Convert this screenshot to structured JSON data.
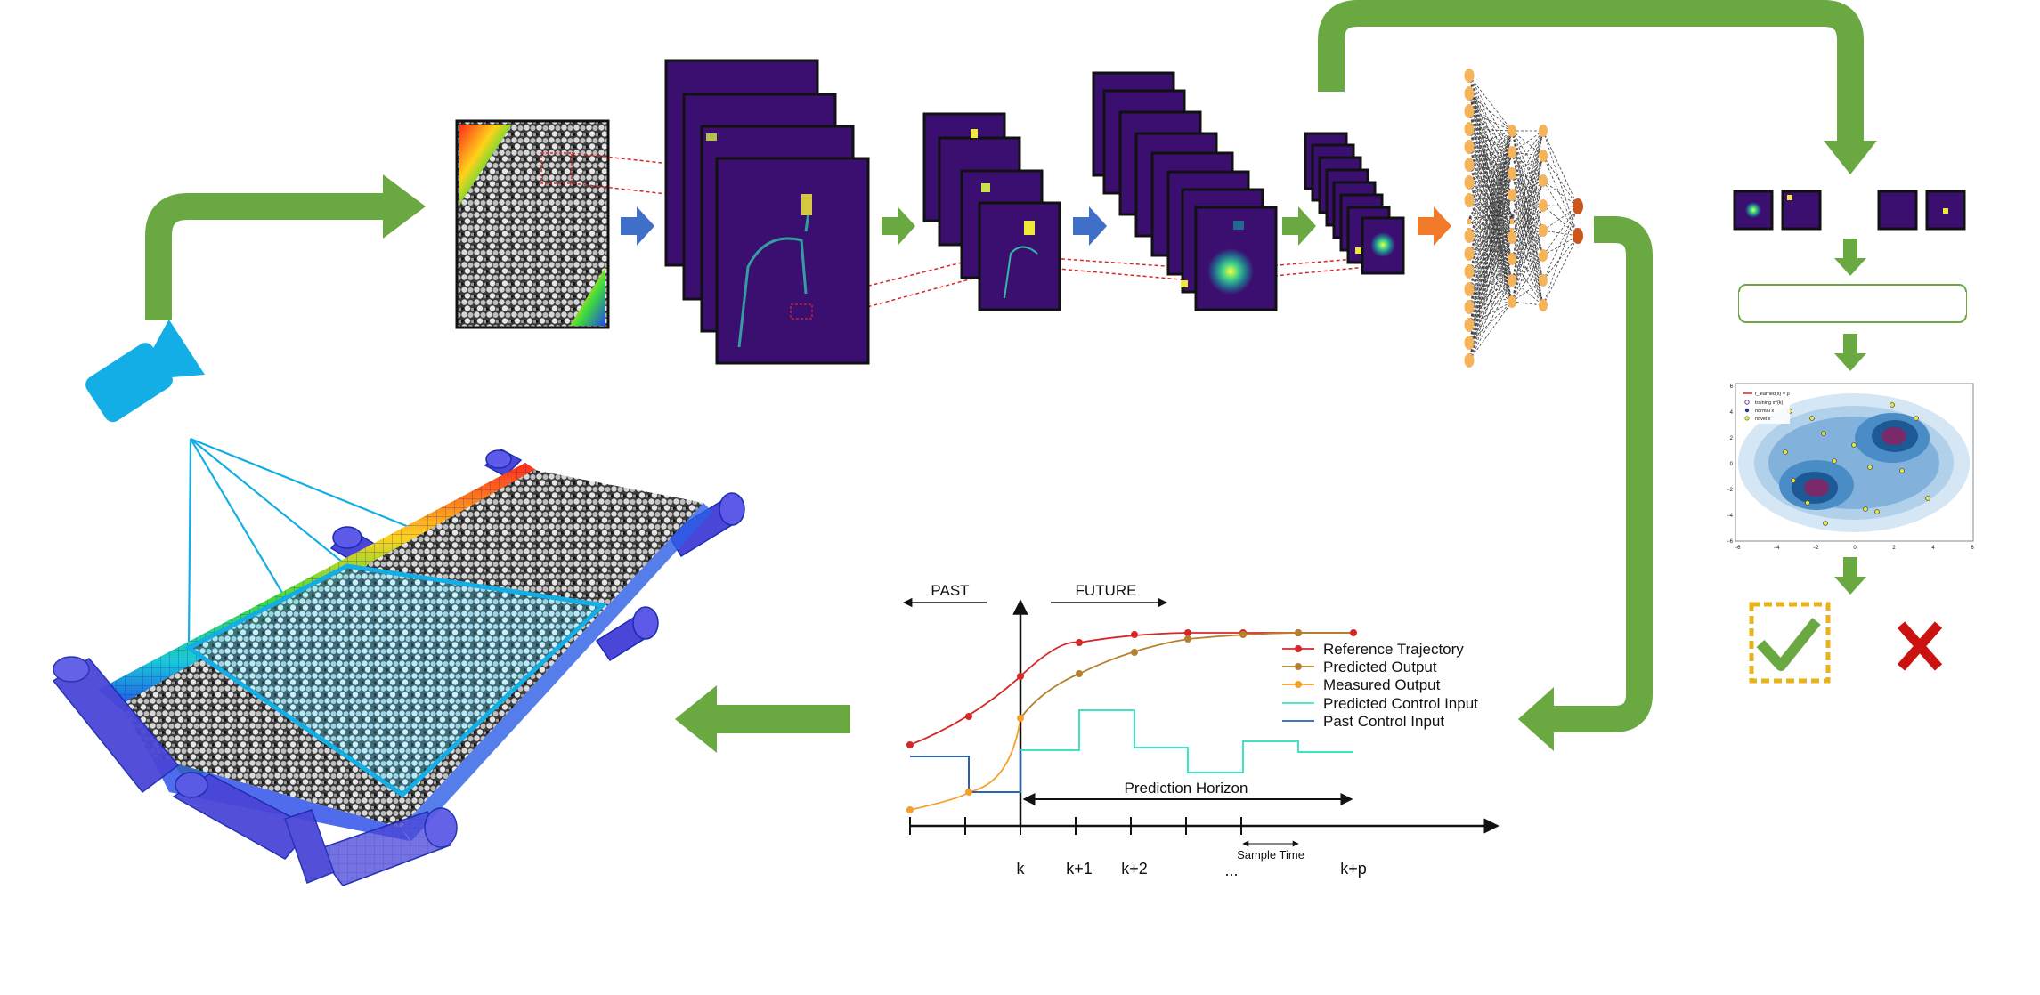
{
  "colors": {
    "flow_arrow": "#6aa842",
    "conv_arrow": "#3f6fc9",
    "fc_arrow": "#f07a2a",
    "feature_bg": "#3b0f6f",
    "neuron": "#f6b45a",
    "neuron_out": "#c8561d",
    "camera": "#13aee6",
    "reference": "#d62727",
    "predicted_output": "#b5812a",
    "measured_output": "#f5a02a",
    "predicted_control": "#3fe3c1",
    "past_control": "#2a62b8",
    "accept": "#6aa842",
    "accept_box": "#e8b21a",
    "reject": "#cc1111"
  },
  "icons": [
    "camera-icon",
    "check-icon",
    "cross-icon"
  ],
  "mpc": {
    "past_label": "PAST",
    "future_label": "FUTURE",
    "horizon_label": "Prediction Horizon",
    "sample_time_label": "Sample Time",
    "ticks": [
      {
        "label": "k"
      },
      {
        "label": "k+1"
      },
      {
        "label": "k+2"
      },
      {
        "label": "..."
      },
      {
        "label": "k+p"
      }
    ],
    "legend": [
      {
        "label": "Reference Trajectory",
        "color": "#d62727",
        "kind": "dot-line"
      },
      {
        "label": "Predicted Output",
        "color": "#b5812a",
        "kind": "dot-line"
      },
      {
        "label": "Measured Output",
        "color": "#f5a02a",
        "kind": "dot-line"
      },
      {
        "label": "Predicted Control Input",
        "color": "#3fe3c1",
        "kind": "line"
      },
      {
        "label": "Past Control Input",
        "color": "#2a62b8",
        "kind": "line"
      }
    ]
  },
  "anomaly_plot": {
    "legend": [
      {
        "label": "f_learned(x) = ρ"
      },
      {
        "label": "training x^(k)"
      },
      {
        "label": "normal x"
      },
      {
        "label": "novel x"
      }
    ],
    "x_ticks": [
      "−6",
      "−4",
      "−2",
      "0",
      "2",
      "4",
      "6"
    ],
    "y_ticks": [
      "6",
      "4",
      "2",
      "0",
      "−2",
      "−4",
      "−6"
    ]
  }
}
